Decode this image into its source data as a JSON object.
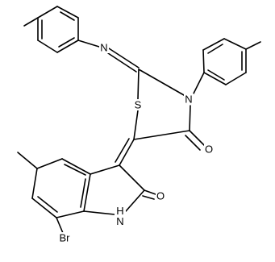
{
  "molecule": {
    "atoms": [
      {
        "id": "N_imine",
        "label": "N"
      },
      {
        "id": "N_ring",
        "label": "N"
      },
      {
        "id": "S_ring",
        "label": "S"
      },
      {
        "id": "O_thiazolidinone",
        "label": "O"
      },
      {
        "id": "O_oxindole",
        "label": "O"
      },
      {
        "id": "NH_oxindole",
        "label": "H\nN"
      },
      {
        "id": "Br",
        "label": "Br"
      }
    ],
    "colors": {
      "bond": "#000000",
      "label": "#000000",
      "background": "#ffffff"
    }
  }
}
